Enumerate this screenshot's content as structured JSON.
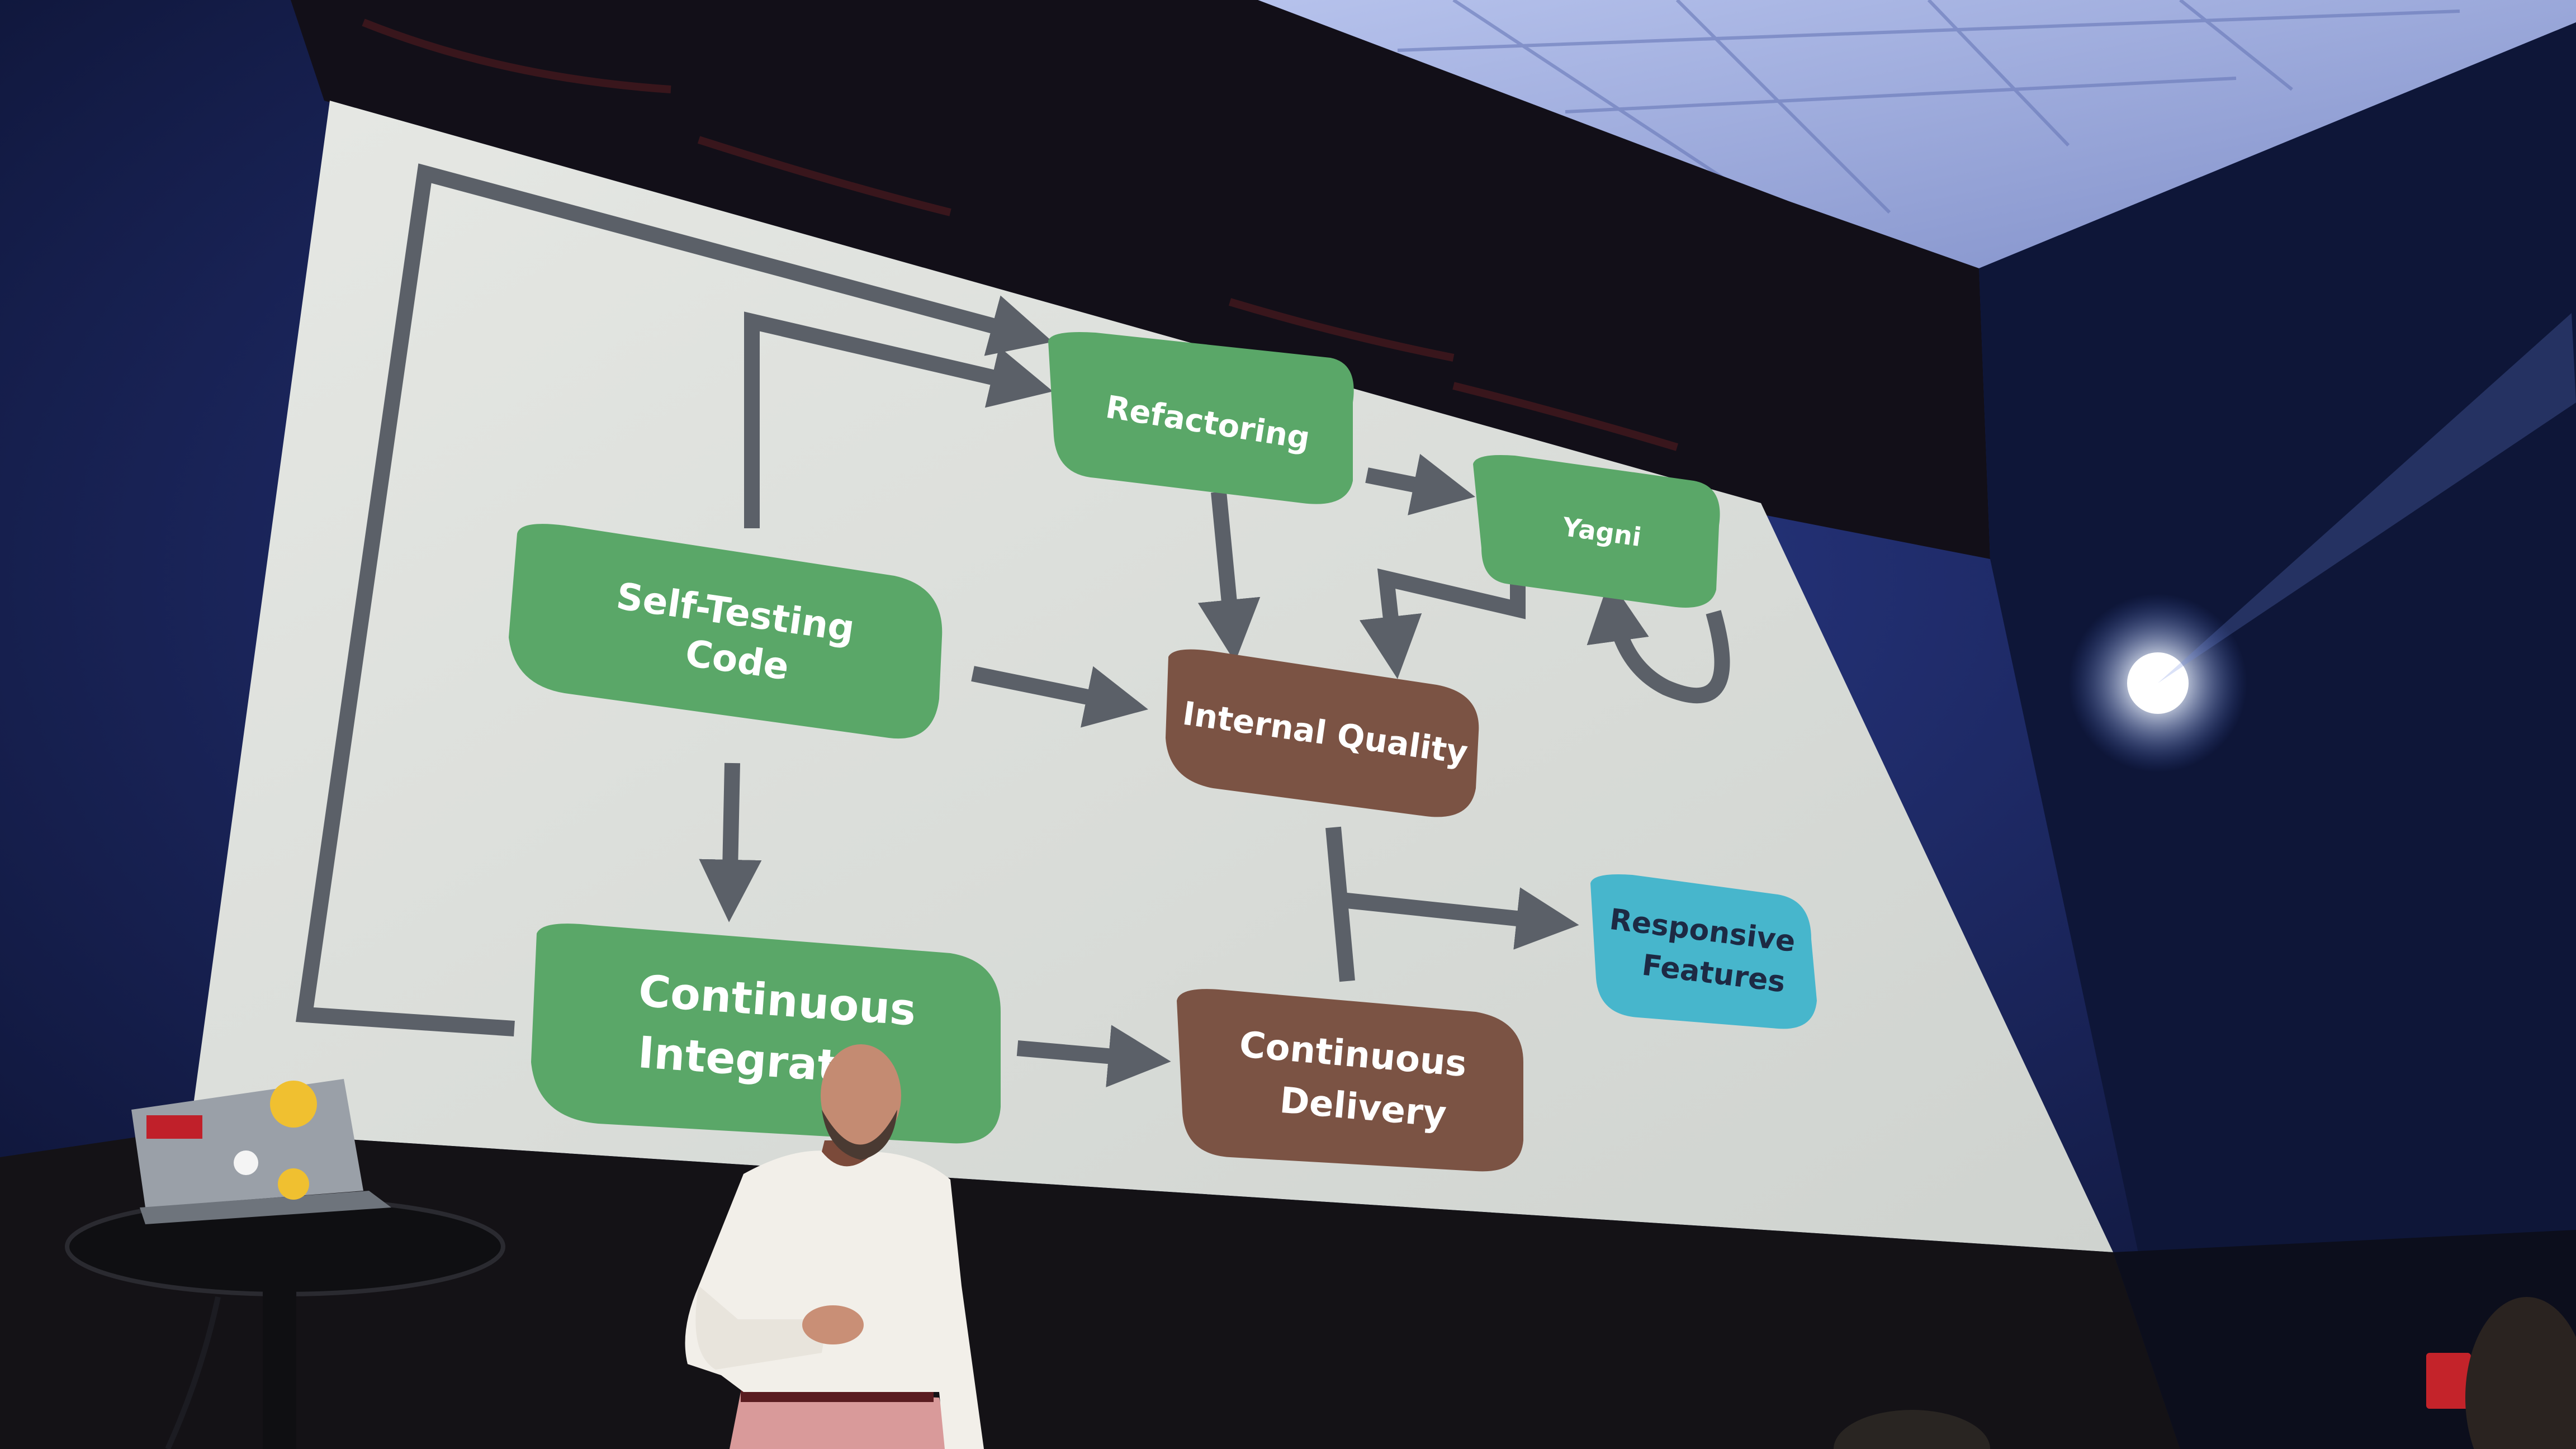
{
  "slide": {
    "nodes": {
      "refactoring": "Refactoring",
      "yagni": "Yagni",
      "self_testing_line1": "Self-Testing",
      "self_testing_line2": "Code",
      "internal_quality": "Internal Quality",
      "continuous_integration_line1": "Continuous",
      "continuous_integration_line2": "Integrat",
      "continuous_delivery_line1": "Continuous",
      "continuous_delivery_line2": "Delivery",
      "responsive_line1": "Responsive",
      "responsive_line2": "Features"
    }
  },
  "colors": {
    "green_node": "#5aa768",
    "brown_node": "#7b5344",
    "blue_node": "#47b6cc",
    "arrow": "#5b6068",
    "screen": "#dcdedb",
    "wall": "#1b2250",
    "ceiling": "#9aa8d8",
    "shirt": "#f2efe9",
    "trousers": "#d99a9a"
  }
}
